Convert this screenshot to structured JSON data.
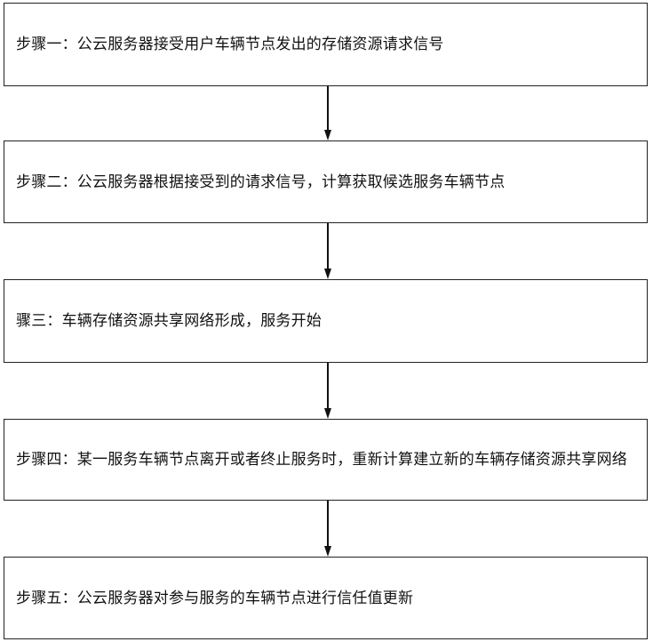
{
  "steps": [
    {
      "text": "步骤一：公云服务器接受用户车辆节点发出的存储资源请求信号"
    },
    {
      "text": "步骤二：公云服务器根据接受到的请求信号，计算获取候选服务车辆节点"
    },
    {
      "text": "骤三：车辆存储资源共享网络形成，服务开始"
    },
    {
      "text": "步骤四：某一服务车辆节点离开或者终止服务时，重新计算建立新的车辆存储资源共享网络"
    },
    {
      "text": "步骤五：公云服务器对参与服务的车辆节点进行信任值更新"
    }
  ]
}
